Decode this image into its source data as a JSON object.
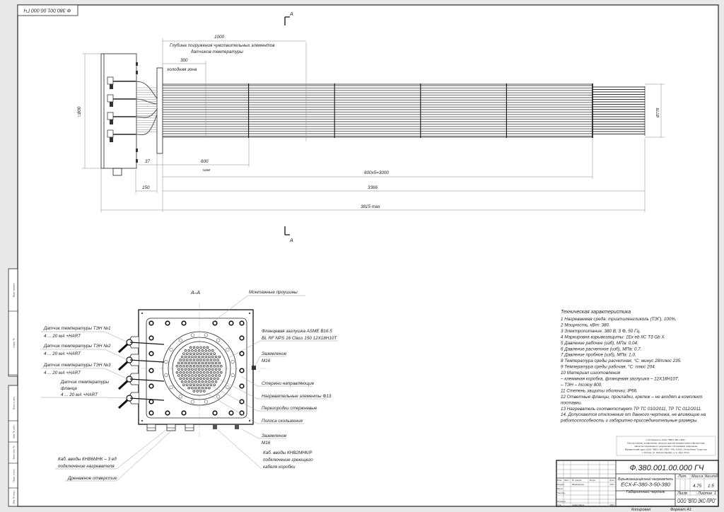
{
  "stamp_top": "Ф.380.001.00.000 ГЧ",
  "side_strip": [
    "Перв. примен.",
    "Справ. №",
    "Подп. и дата",
    "Инв. № дубл.",
    "Взам. инв. №",
    "Подп. и дата",
    "Инв. № подл."
  ],
  "section_mark": "А",
  "top_view": {
    "dim_1000": "1000",
    "depth_label_1": "Глубина погружения чувствительных элементов",
    "depth_label_2": "датчиков температуры",
    "dim_300": "300",
    "cold_zone": "холодная зона",
    "dim_800": "□800",
    "dim_37": "37",
    "dim_600": "600",
    "step": "шаг",
    "dim_3000": "600х5=3000",
    "dim_150": "150",
    "dim_3366": "3366",
    "dim_3815": "3815 max",
    "dim_778": "Ø778"
  },
  "section_view": {
    "title": "А–А",
    "sensors": [
      {
        "name": "Датчик температуры ТЭН №1",
        "signal": "4 ... 20 мА +HART"
      },
      {
        "name": "Датчик температуры ТЭН №2",
        "signal": "4 ... 20 мА +HART"
      },
      {
        "name": "Датчик температуры ТЭН №3",
        "signal": "4 ... 20 мА +HART"
      },
      {
        "name": "Датчик температуры",
        "name2": "фланца",
        "signal": "4 ... 20 мА +HART"
      }
    ],
    "mounting_lugs": "Монтажные проушины",
    "flange_1": "Фланцевая заглушка ASME B16.5",
    "flange_2": "BL RF NPS 16 Class 150 12Х18Н10Т",
    "ground_1": "Заземление",
    "ground_1_size": "М16",
    "guide_rods": "Стержни направляющие",
    "heating_elements": "Нагревательные элементы Ф13",
    "baffles": "Перегородки стержневые",
    "slide_strip": "Полоса скольжения",
    "ground_2": "Заземление",
    "ground_2_size": "М16",
    "gland_right_1": "Каб. вводы КНВ2МНК/Р",
    "gland_right_2": "подключение греющего",
    "gland_right_3": "кабеля коробки",
    "gland_left_1": "Каб. вводы КНВ6МНК – 3 ед",
    "gland_left_2": "подключение нагревателя",
    "drain": "Дренажное отверстие"
  },
  "tech_spec": {
    "title": "Техническая характеристика",
    "lines": [
      "1 Нагреваемая среда: триэтиленгликоль (ТЭГ), 100%.",
      "2 Мощность, кВт: 380.",
      "3 Электропитание: 380 В, 3 Ф, 50 Гц.",
      "4 Маркировка взрывозащиты: 1Ex eb IIC T3 Gb X.",
      "5 Давление рабочее (изб), МПа: 0,04.",
      "6 Давление расчетное (изб), МПа: 0,7.",
      "7 Давление пробное (изб), МПа: 1,0.",
      "8 Температура среды расчетная, °С: минус 28/плюс 235.",
      "9 Температура среды рабочая, °С: плюс 204.",
      "10 Материал изготовления",
      "– клеммная коробка, фланцевая заглушка – 12Х18Н10Т;",
      "– ТЭН – Incoloy 800.",
      "11 Степень защиты оболочки: IP66.",
      "12 Ответные фланцы, прокладки, крепеж – не входят в комплект",
      "поставки.",
      "13 Нагреватель соответствует ТР ТС 010/2011, ТР ТС 012/2011.",
      "14. Допускаются отклонения от данного чертежа, не влияющие на",
      "работоспособность и габаритно-присоединительные размеры."
    ]
  },
  "copyright": [
    "Собственность ООО \"ВПО ЭКС-ПРО\".",
    "Использование, копирование, передача другим юридическим и физическим",
    "лицам без письменного разрешения собственника запрещены.",
    "Юридический адрес ООО \"ВПО ЭКС-ПРО\": РФ, 420021, Республика Татарстан,",
    "г. Казань, ул. Фатыха Карима, д. 9, офис 201А."
  ],
  "title_block": {
    "designation": "Ф.380.001.00.000 ГЧ",
    "product_1": "Взрывозащищённый нагреватель",
    "product_2": "ЕСХ-F-380-3-50-380",
    "doc_type": "Габаритный чертеж",
    "col_headers": [
      "Изм.",
      "Лист",
      "№ докум.",
      "Подп.",
      "Дата"
    ],
    "roles": [
      "Разраб.",
      "Пров.",
      "Т.контр.",
      "",
      "Н.контр.",
      "Утв."
    ],
    "developer": "Шамшурин",
    "developer_date": "2025",
    "approver": "Ахметзянов",
    "approver_date": "2025",
    "lit_label": "Лит.",
    "mass_label": "Масса",
    "scale_label": "Масштаб",
    "mass": "4.75",
    "scale": "1:5",
    "sheet_label": "Лист",
    "sheets_label": "Листов",
    "sheets": "1",
    "company": "ООО \"ВПО ЭКС-ПРО\"",
    "copied": "Копировал",
    "format": "Формат   А1"
  }
}
